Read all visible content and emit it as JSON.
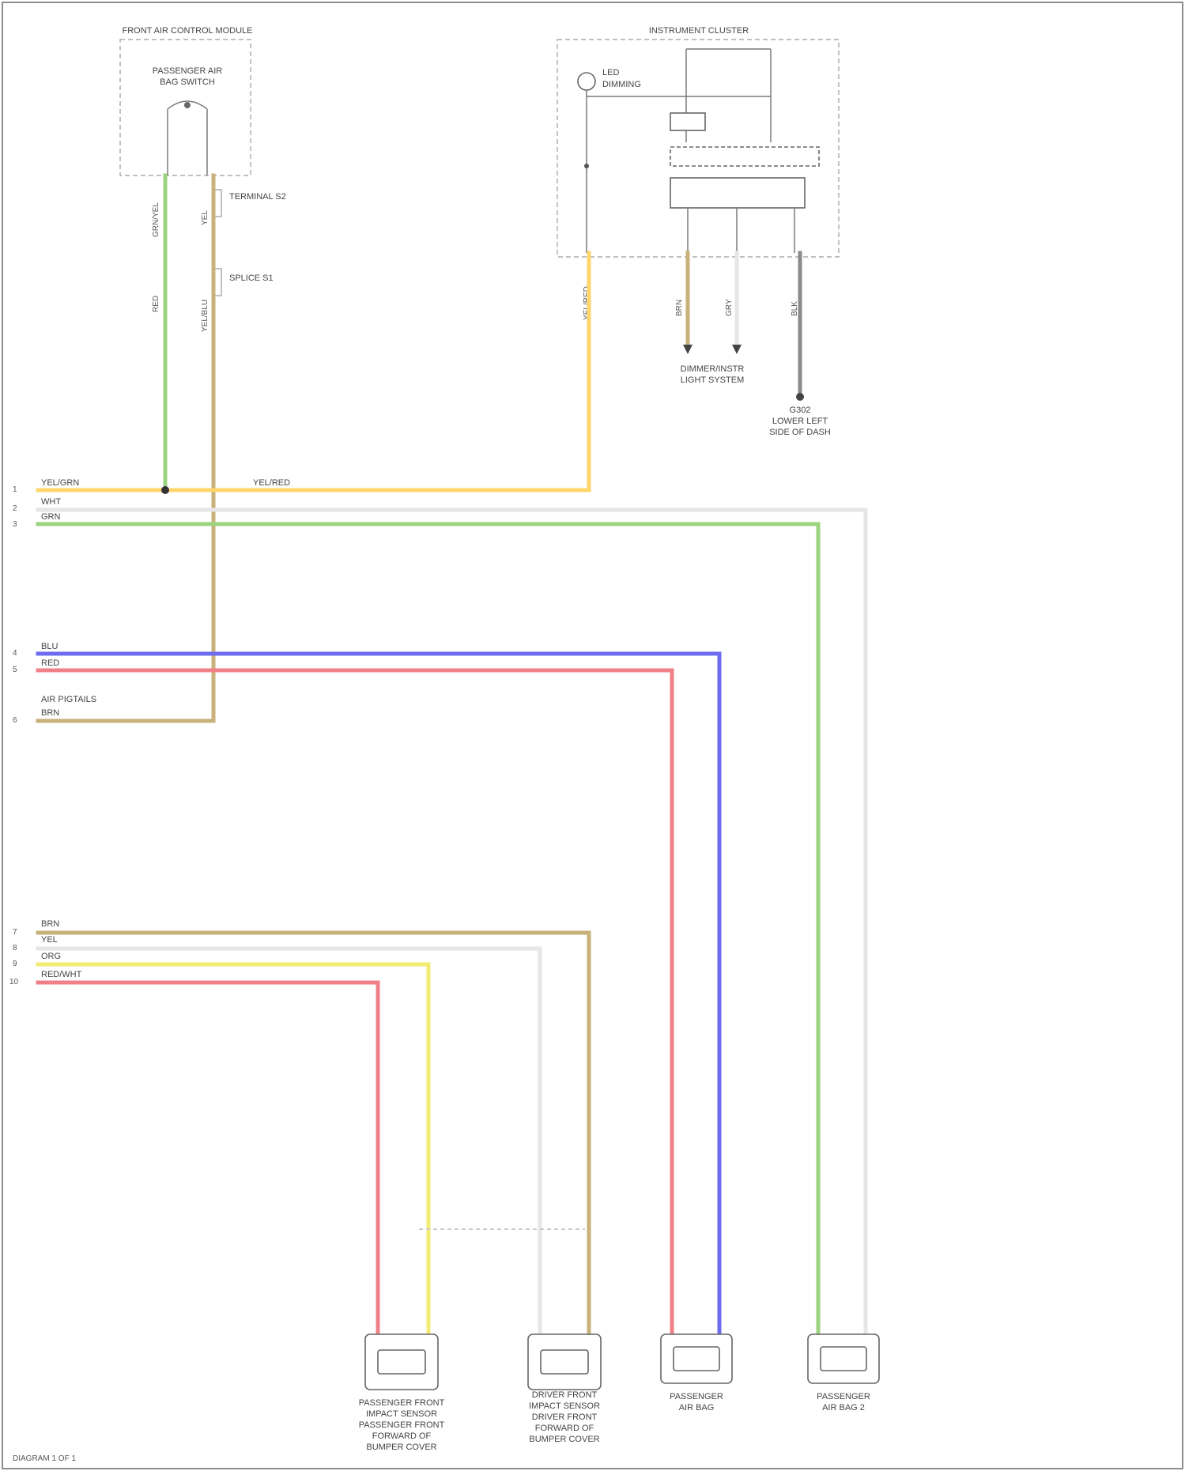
{
  "colors": {
    "yellow": "#ffd66b",
    "yellow_bright": "#f2ec74",
    "white_wire": "#e6e6e6",
    "green": "#9bd47c",
    "blue": "#6d6bf0",
    "red": "#f08088",
    "tan": "#c8b27a",
    "gray": "#8a8a8a"
  },
  "modules": {
    "front_control": {
      "title": "FRONT AIR CONTROL MODULE",
      "inner": [
        "PASSENGER AIR",
        "BAG SWITCH"
      ]
    },
    "instrument_cluster": {
      "title": "INSTRUMENT CLUSTER",
      "inner": [
        "LED",
        "DIMMING"
      ]
    }
  },
  "destinations": {
    "brake_system": [
      "DIMMER/INSTR",
      "LIGHT SYSTEM"
    ],
    "ground": [
      "G302",
      "LOWER LEFT",
      "SIDE OF DASH"
    ]
  },
  "splice_labels": [
    "TERMINAL S2",
    "SPLICE S1"
  ],
  "vertical_labels": [
    "GRN/YEL",
    "YEL",
    "RED",
    "YEL/BLU",
    "YEL/RED",
    "BRN",
    "GRY",
    "BLK"
  ],
  "bus": {
    "pins": [
      "1",
      "2",
      "3",
      "4",
      "5",
      "6",
      "7",
      "8",
      "9",
      "10"
    ],
    "labels": [
      "YEL/GRN",
      "WHT",
      "GRN",
      "BLU",
      "RED",
      "AIR PIGTAILS",
      "BRN",
      "BRN",
      "YEL",
      "ORG",
      "RED/WHT"
    ],
    "top_junction": "YEL/RED"
  },
  "bottom_components": [
    {
      "lines": [
        "PASSENGER FRONT",
        "IMPACT SENSOR",
        "PASSENGER FRONT",
        "FORWARD OF",
        "BUMPER COVER"
      ]
    },
    {
      "lines": [
        "DRIVER FRONT",
        "IMPACT SENSOR",
        "DRIVER FRONT",
        "FORWARD OF",
        "BUMPER COVER"
      ]
    },
    {
      "lines": [
        "PASSENGER",
        "AIR BAG"
      ]
    },
    {
      "lines": [
        "PASSENGER",
        "AIR BAG 2"
      ]
    }
  ],
  "footer": "DIAGRAM 1 OF 1"
}
